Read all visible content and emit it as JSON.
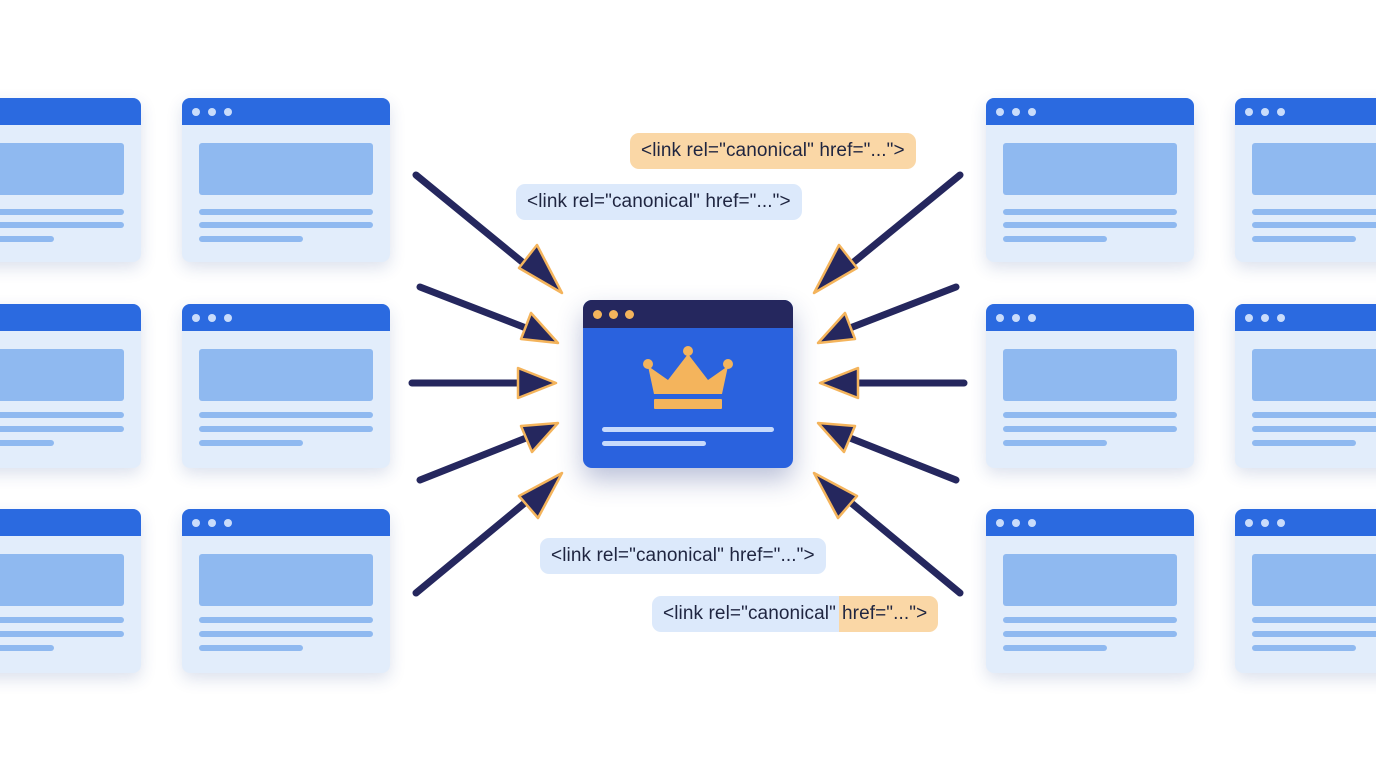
{
  "canonical_tags": [
    {
      "text": "<link rel=\"canonical\" href=\"...\">",
      "style": "orange"
    },
    {
      "text": "<link rel=\"canonical\" href=\"...\">",
      "style": "blue"
    },
    {
      "text": "<link rel=\"canonical\" href=\"...\">",
      "style": "blue"
    },
    {
      "parts": [
        "<link rel=\"canonical\"",
        "href=\"...\">"
      ],
      "style": "split"
    }
  ],
  "colors": {
    "card_header": "#2b6ae0",
    "card_body": "#e2edfb",
    "card_placeholder": "#8fb9f0",
    "canonical_page": "#2a62de",
    "canonical_header": "#25275e",
    "crown": "#f4b45c",
    "arrow": "#25275e",
    "arrow_outline": "#f4b45c",
    "tag_blue": "#dce9fb",
    "tag_orange": "#fad7a6"
  },
  "icons": {
    "canonical_page": "crown-icon",
    "window_controls": "window-dots-icon"
  }
}
